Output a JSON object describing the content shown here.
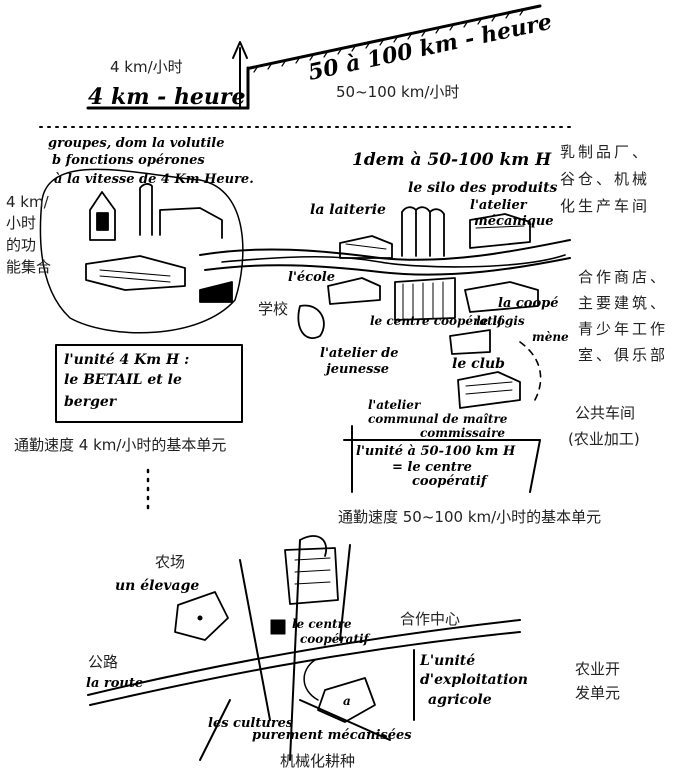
{
  "speeds": {
    "slow_cn": "4 km/小时",
    "slow_hand": "4 km - heure",
    "fast_hand": "50 à 100 km - heure",
    "fast_cn": "50~100 km/小时"
  },
  "upper_left": {
    "group_hand_1": "groupes, dom la volutile",
    "group_hand_2": "b fonctions opérones",
    "group_hand_3": "à la vitesse de 4 Km Heure.",
    "side_cn_1": "4 km/",
    "side_cn_2": "小时",
    "side_cn_3": "的功",
    "side_cn_4": "能集合",
    "unit_hand_1": "l'unité 4 Km H :",
    "unit_hand_2": "le BETAIL et le",
    "unit_hand_3": "berger",
    "caption": "通勤速度 4 km/小时的基本单元"
  },
  "upper_right": {
    "header_hand": "1dem à 50-100 km H",
    "laiterie_hand": "la laiterie",
    "silo_hand": "le silo des produits",
    "atelier_hand_1": "l'atelier",
    "atelier_hand_2": "mécanique",
    "cn_top_1": "乳制品厂、",
    "cn_top_2": "谷仓、机械",
    "cn_top_3": "化生产车间",
    "ecole_hand": "l'école",
    "school_cn": "学校",
    "coop_hand": "la coopé",
    "cooperative_hand": "le centre coopératif",
    "logis_hand": "le logis",
    "mene_hand": "mène",
    "jeunesse_hand_1": "l'atelier de",
    "jeunesse_hand_2": "jeunesse",
    "club_hand": "le club",
    "cn_mid_1": "合作商店、",
    "cn_mid_2": "主要建筑、",
    "cn_mid_3": "青少年工作",
    "cn_mid_4": "室、俱乐部",
    "atelier_comm_1": "l'atelier",
    "atelier_comm_2": "communal de maître",
    "atelier_comm_3": "commissaire",
    "cn_workshop_1": "公共车间",
    "cn_workshop_2": "(农业加工)",
    "unit_hand_1": "l'unité à 50-100 km H",
    "unit_hand_2": "= le centre",
    "unit_hand_3": "coopératif",
    "caption": "通勤速度 50~100 km/小时的基本单元"
  },
  "lower": {
    "farm_cn": "农场",
    "farm_hand": "un élevage",
    "coop_center_hand_1": "le centre",
    "coop_center_hand_2": "coopératif",
    "coop_center_cn": "合作中心",
    "road_cn": "公路",
    "road_hand": "la route",
    "agri_unit_hand_1": "L'unité",
    "agri_unit_hand_2": "d'exploitation",
    "agri_unit_hand_3": "agricole",
    "agri_unit_cn_1": "农业开",
    "agri_unit_cn_2": "发单元",
    "culture_hand_1": "les cultures",
    "culture_hand_2": "purement mécanisées",
    "culture_cn": "机械化耕种",
    "marker_a": "a"
  }
}
